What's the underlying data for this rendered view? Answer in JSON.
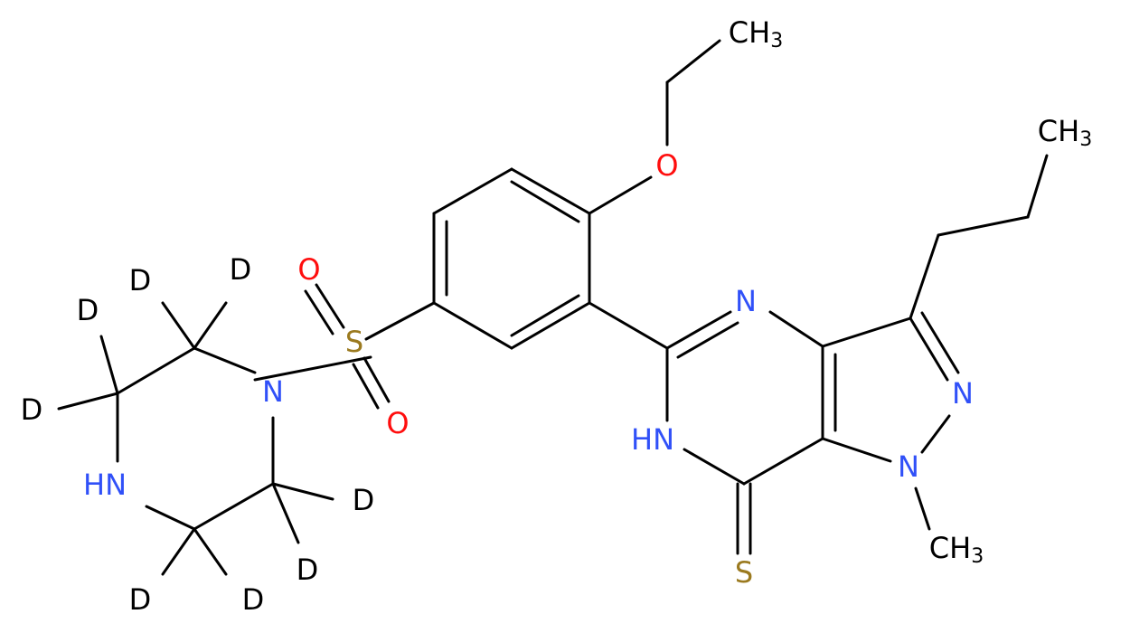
{
  "molecule": {
    "atoms": [
      {
        "id": "ch3-ethoxy",
        "symbol": "CH",
        "sub": "3",
        "element": "C"
      },
      {
        "id": "ch3-propyl",
        "symbol": "CH",
        "sub": "3",
        "element": "C"
      },
      {
        "id": "o-ether",
        "symbol": "O",
        "sub": "",
        "element": "O"
      },
      {
        "id": "s-sulfonyl",
        "symbol": "S",
        "sub": "",
        "element": "S"
      },
      {
        "id": "o-sulfonyl-1",
        "symbol": "O",
        "sub": "",
        "element": "O"
      },
      {
        "id": "o-sulfonyl-2",
        "symbol": "O",
        "sub": "",
        "element": "O"
      },
      {
        "id": "n-piperazine-1",
        "symbol": "N",
        "sub": "",
        "element": "N"
      },
      {
        "id": "nh-piperazine-4",
        "symbol": "HN",
        "sub": "",
        "element": "N"
      },
      {
        "id": "n-pyrimidine",
        "symbol": "N",
        "sub": "",
        "element": "N"
      },
      {
        "id": "nh-pyrimidine",
        "symbol": "HN",
        "sub": "",
        "element": "N"
      },
      {
        "id": "n-pyrazole-2",
        "symbol": "N",
        "sub": "",
        "element": "N"
      },
      {
        "id": "n-pyrazole-1",
        "symbol": "N",
        "sub": "",
        "element": "N"
      },
      {
        "id": "s-thione",
        "symbol": "S",
        "sub": "",
        "element": "S"
      },
      {
        "id": "ch3-n-methyl",
        "symbol": "CH",
        "sub": "3",
        "element": "C"
      },
      {
        "id": "d-1",
        "symbol": "D",
        "sub": "",
        "element": "D"
      },
      {
        "id": "d-2",
        "symbol": "D",
        "sub": "",
        "element": "D"
      },
      {
        "id": "d-3",
        "symbol": "D",
        "sub": "",
        "element": "D"
      },
      {
        "id": "d-4",
        "symbol": "D",
        "sub": "",
        "element": "D"
      },
      {
        "id": "d-5",
        "symbol": "D",
        "sub": "",
        "element": "D"
      },
      {
        "id": "d-6",
        "symbol": "D",
        "sub": "",
        "element": "D"
      },
      {
        "id": "d-7",
        "symbol": "D",
        "sub": "",
        "element": "D"
      },
      {
        "id": "d-8",
        "symbol": "D",
        "sub": "",
        "element": "D"
      }
    ],
    "colors": {
      "C": "#000000",
      "O": "#ff0d0d",
      "N": "#3050f8",
      "S": "#9b7a1f",
      "D": "#000000",
      "bond": "#000000"
    }
  }
}
